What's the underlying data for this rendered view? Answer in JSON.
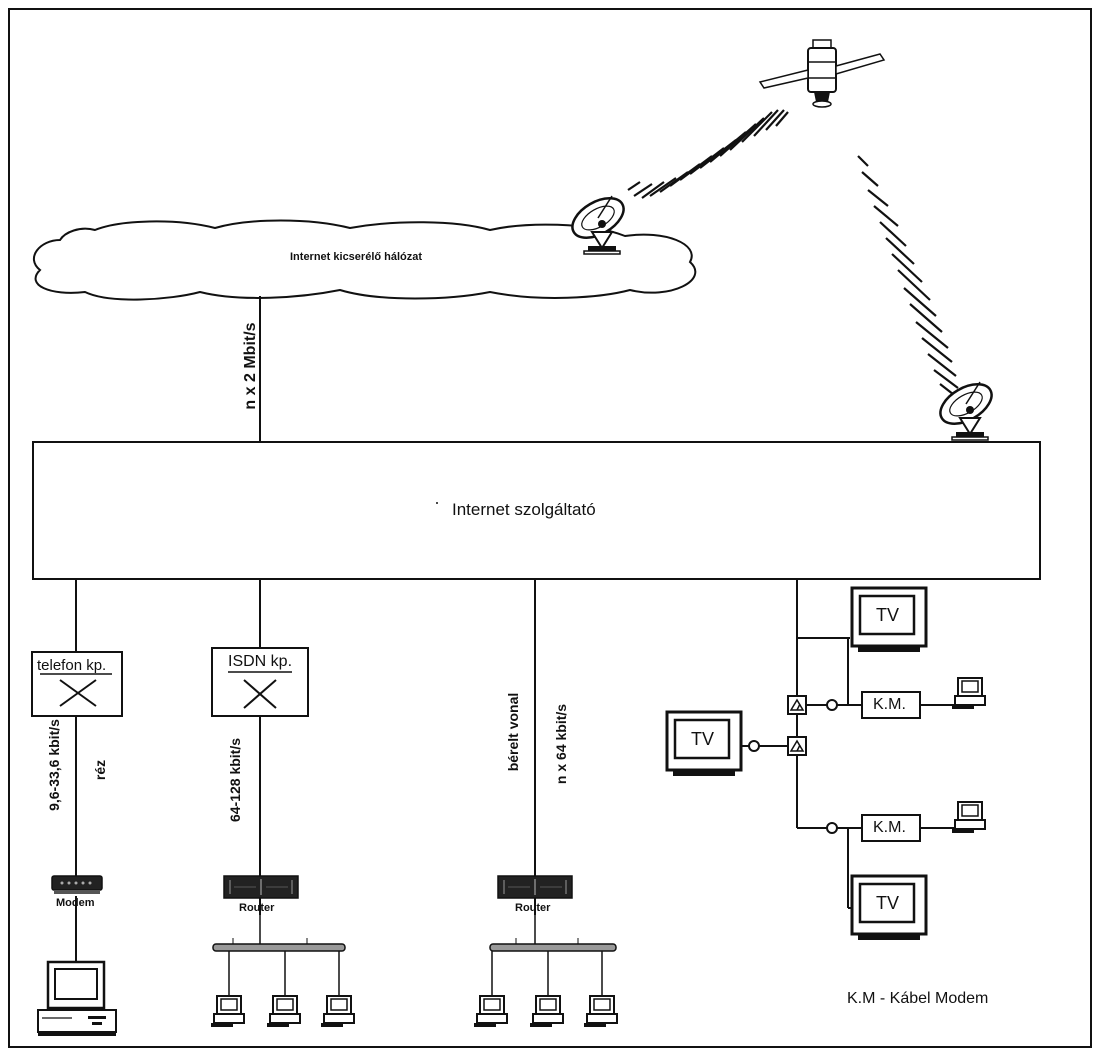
{
  "diagram": {
    "exchange_network": "Internet kicserélő hálózat",
    "uplink_rate": "n x 2 Mbit/s",
    "provider": "Internet szolgáltató",
    "phone_exchange": "telefon kp.",
    "isdn_exchange": "ISDN kp.",
    "phone_rate": "9,6-33,6 kbit/s",
    "copper": "réz",
    "isdn_rate": "64-128 kbit/s",
    "leased_line": "bérelt vonal",
    "leased_rate": "n x 64 kbit/s",
    "modem": "Modem",
    "router_1": "Router",
    "router_2": "Router",
    "tv_top": "TV",
    "tv_left": "TV",
    "tv_bottom": "TV",
    "km_top": "K.M.",
    "km_bottom": "K.M.",
    "legend": "K.M - Kábel Modem"
  },
  "icons": [
    "satellite-icon",
    "satellite-dish-icon",
    "modem-icon",
    "router-icon",
    "computer-icon",
    "tv-icon",
    "splitter-icon",
    "crossbar-switch-icon",
    "ethernet-bus-icon"
  ]
}
